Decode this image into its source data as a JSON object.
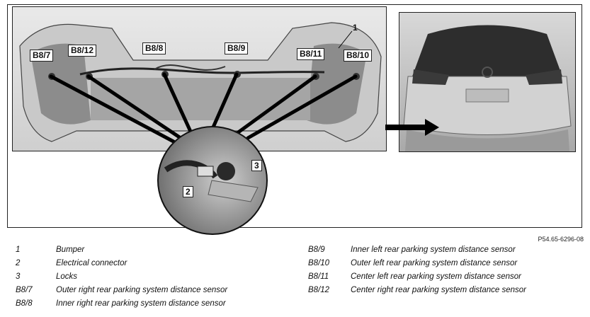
{
  "figure": {
    "id": "P54.65-6296-08",
    "callouts": {
      "b87": "B8/7",
      "b812": "B8/12",
      "b88": "B8/8",
      "b89": "B8/9",
      "b811": "B8/11",
      "b810": "B8/10",
      "n1": "1",
      "n2": "2",
      "n3": "3"
    }
  },
  "legend": [
    {
      "key": "1",
      "text": "Bumper"
    },
    {
      "key": "2",
      "text": "Electrical connector"
    },
    {
      "key": "3",
      "text": "Locks"
    },
    {
      "key": "B8/7",
      "text": "Outer right rear parking system distance sensor"
    },
    {
      "key": "B8/8",
      "text": "Inner right rear parking system distance sensor"
    },
    {
      "key": "B8/9",
      "text": "Inner left rear parking system distance sensor"
    },
    {
      "key": "B8/10",
      "text": "Outer left rear parking system distance sensor"
    },
    {
      "key": "B8/11",
      "text": "Center left rear parking system distance sensor"
    },
    {
      "key": "B8/12",
      "text": "Center right rear parking system distance sensor"
    }
  ]
}
